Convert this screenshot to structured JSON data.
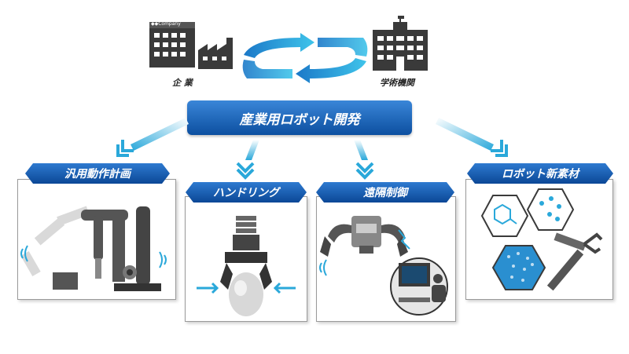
{
  "top": {
    "company_label": "企 業",
    "academia_label": "学術機関",
    "company_sign": "◆◆Company"
  },
  "main_title": "産業用ロボット開発",
  "categories": [
    {
      "label": "汎用動作計画"
    },
    {
      "label": "ハンドリング"
    },
    {
      "label": "遠隔制御"
    },
    {
      "label": "ロボット新素材"
    }
  ],
  "colors": {
    "accent": "#0c4fa0",
    "accent_light": "#3a86d8",
    "cycle_arrow": "#2ab0e0",
    "chevron": "#3bb4dd",
    "building": "#3a3a3a"
  }
}
